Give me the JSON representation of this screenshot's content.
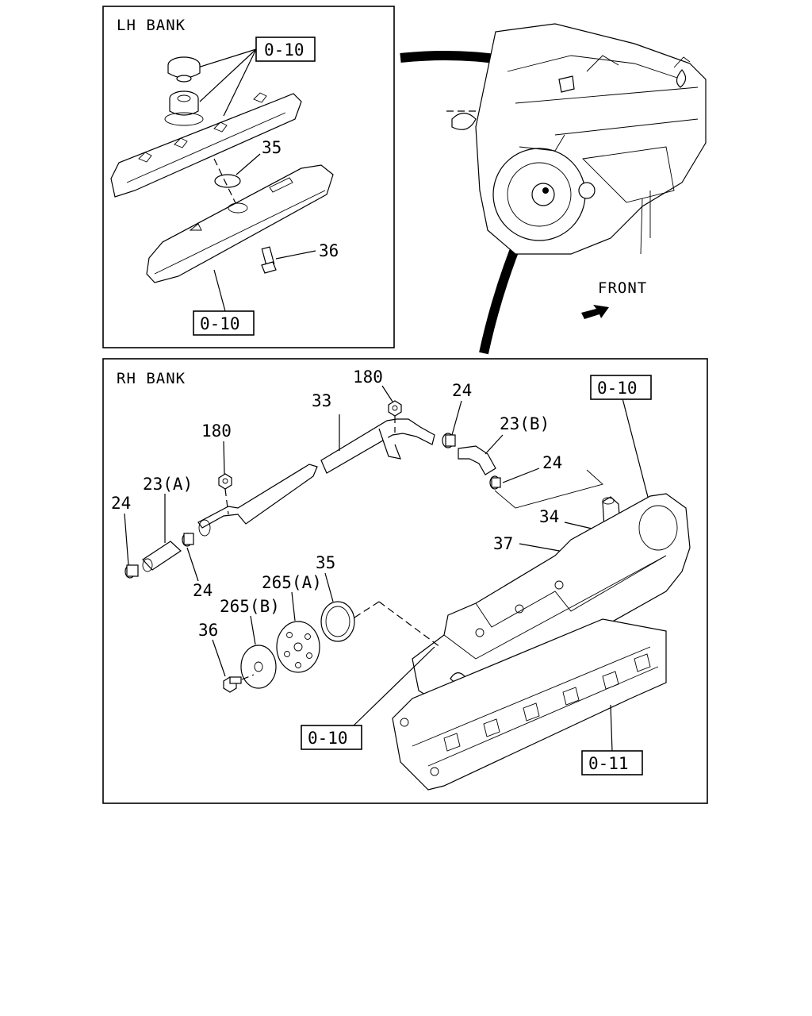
{
  "panels": {
    "lh": {
      "title": "LH BANK"
    },
    "rh": {
      "title": "RH BANK"
    }
  },
  "direction_label": "FRONT",
  "refs": {
    "lh_top": "0-10",
    "lh_bottom": "0-10",
    "rh_top": "0-10",
    "rh_bottom": "0-10",
    "rh_head": "0-11"
  },
  "callouts": {
    "lh_35": "35",
    "lh_36": "36",
    "rh_180_top": "180",
    "rh_180_left": "180",
    "rh_33": "33",
    "rh_24_top": "24",
    "rh_23b": "23(B)",
    "rh_24_right": "24",
    "rh_34": "34",
    "rh_37": "37",
    "rh_23a": "23(A)",
    "rh_24_left": "24",
    "rh_24_lower": "24",
    "rh_35": "35",
    "rh_265a": "265(A)",
    "rh_265b": "265(B)",
    "rh_36": "36"
  }
}
